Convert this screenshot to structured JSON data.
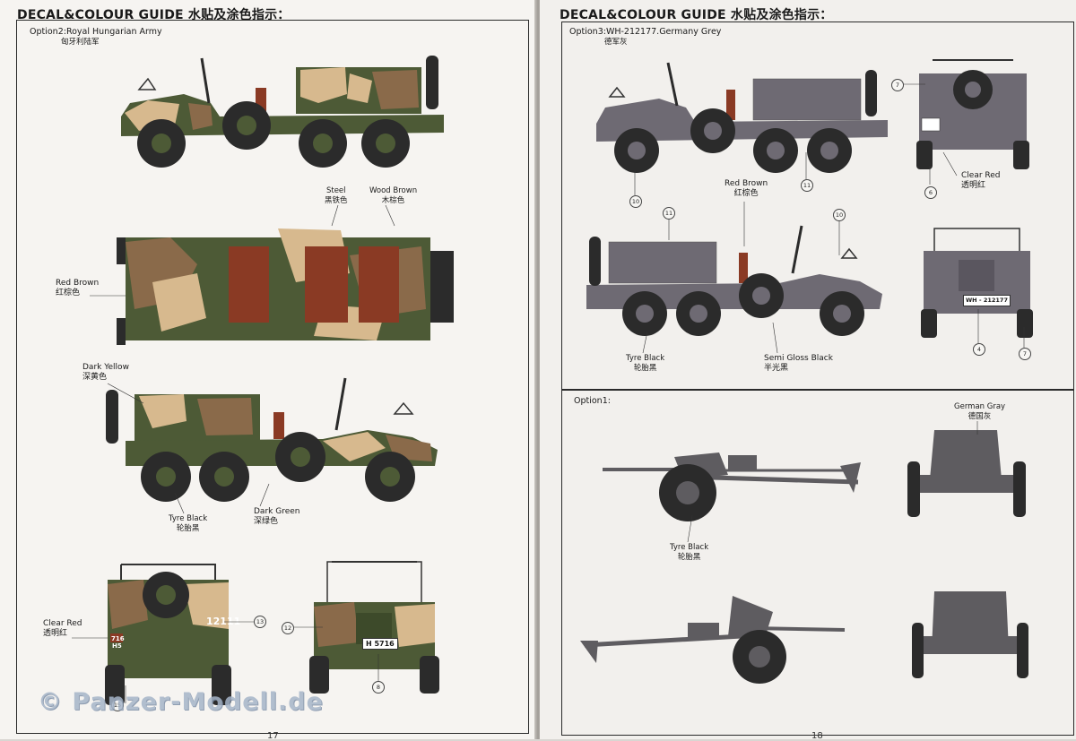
{
  "left_page": {
    "guide_title": "DECAL&COLOUR GUIDE 水贴及涂色指示：",
    "option_label": "Option2:Royal Hungarian Army",
    "option_label_cn": "匈牙利陆军",
    "colors": {
      "steel": [
        "Steel",
        "黑铁色"
      ],
      "wood_brown": [
        "Wood Brown",
        "木棕色"
      ],
      "red_brown": [
        "Red Brown",
        "红棕色"
      ],
      "dark_yellow": [
        "Dark Yellow",
        "深黄色"
      ],
      "tyre_black": [
        "Tyre Black",
        "轮胎黑"
      ],
      "dark_green": [
        "Dark Green",
        "深绿色"
      ],
      "clear_red": [
        "Clear Red",
        "透明红"
      ]
    },
    "markings": {
      "number": "12111",
      "plate": "H 5716",
      "plate_rear_1": "716",
      "plate_rear_2": "H5"
    },
    "callouts": [
      "13",
      "12",
      "15",
      "8"
    ],
    "page_number": "17"
  },
  "right_page": {
    "guide_title": "DECAL&COLOUR GUIDE 水贴及涂色指示：",
    "option3_label": "Option3:WH-212177.Germany Grey",
    "option3_label_cn": "德军灰",
    "option1_label": "Option1:",
    "colors": {
      "red_brown": [
        "Red Brown",
        "红棕色"
      ],
      "clear_red": [
        "Clear Red",
        "透明红"
      ],
      "tyre_black": [
        "Tyre Black",
        "轮胎黑"
      ],
      "semi_gloss_black": [
        "Semi Gloss Black",
        "半光黑"
      ],
      "german_gray": [
        "German Gray",
        "德国灰"
      ],
      "gun_tyre_black": [
        "Tyre Black",
        "轮胎黑"
      ]
    },
    "markings": {
      "plate": "WH - 212177"
    },
    "callouts": [
      "7",
      "10",
      "11",
      "6",
      "11",
      "10",
      "4",
      "7"
    ],
    "page_number": "18"
  },
  "watermark": "© Panzer-Modell.de",
  "palette": {
    "page_bg": "#f6f4f1",
    "camo_green": "#4d5a36",
    "camo_brown": "#8a6a4a",
    "camo_sand": "#d7b98e",
    "grey_vehicle": "#6e6a73",
    "gun_grey": "#5e5c60",
    "tyre": "#2b2b2b",
    "red_brown": "#8a3a24"
  }
}
